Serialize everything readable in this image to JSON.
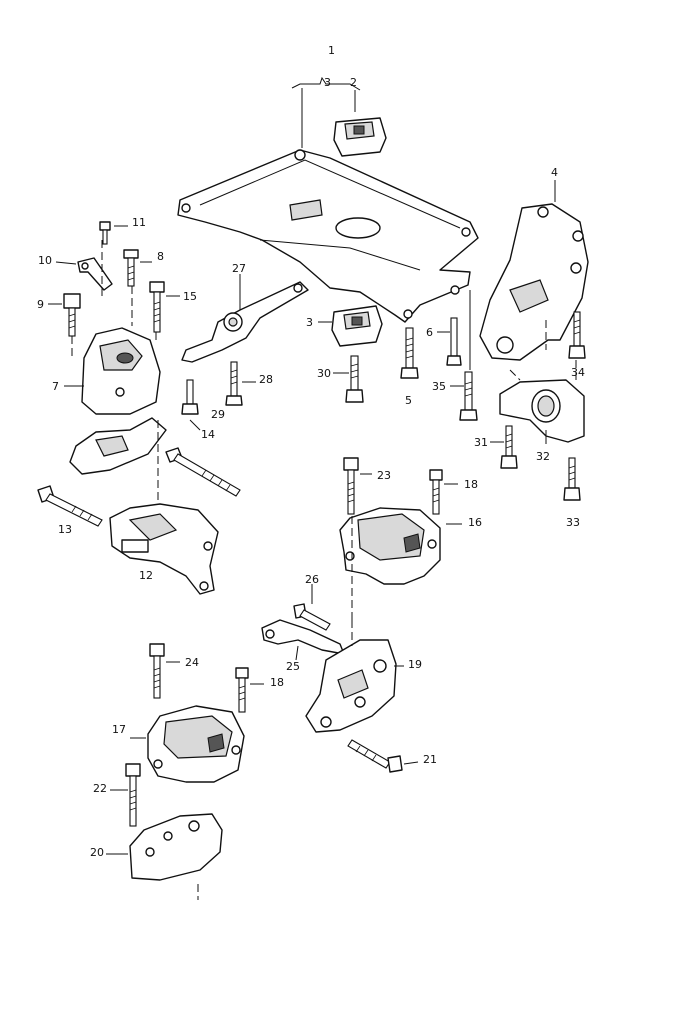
{
  "callouts": {
    "c1": "1",
    "c2": "2",
    "c3a": "3",
    "c3b": "3",
    "c4": "4",
    "c5": "5",
    "c6": "6",
    "c7": "7",
    "c8": "8",
    "c9": "9",
    "c10": "10",
    "c11": "11",
    "c12": "12",
    "c13": "13",
    "c14": "14",
    "c15": "15",
    "c16": "16",
    "c17": "17",
    "c18a": "18",
    "c18b": "18",
    "c19": "19",
    "c20": "20",
    "c21": "21",
    "c22": "22",
    "c23": "23",
    "c24": "24",
    "c25": "25",
    "c26": "26",
    "c27": "27",
    "c28": "28",
    "c29": "29",
    "c30": "30",
    "c31": "31",
    "c32": "32",
    "c33": "33",
    "c34": "34",
    "c35": "35"
  }
}
